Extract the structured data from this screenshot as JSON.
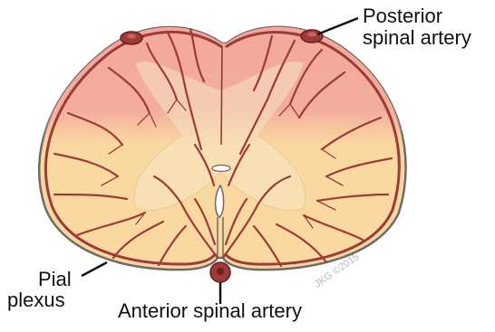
{
  "labels": {
    "posterior_line1": "Posterior",
    "posterior_line2": "spinal artery",
    "anterior": "Anterior spinal artery",
    "pial_line1": "Pial",
    "pial_line2": "plexus",
    "watermark": "JKG ©2015"
  },
  "colors": {
    "background": "#ffffff",
    "tissue": "#fad9a1",
    "posterior_zone": "#f2a79a",
    "grey_matter": "#f6e3c4",
    "outline": "#6e6a66",
    "vessel": "#9c3b38",
    "vessel_dark": "#6d1f1c",
    "leader": "#111111"
  }
}
